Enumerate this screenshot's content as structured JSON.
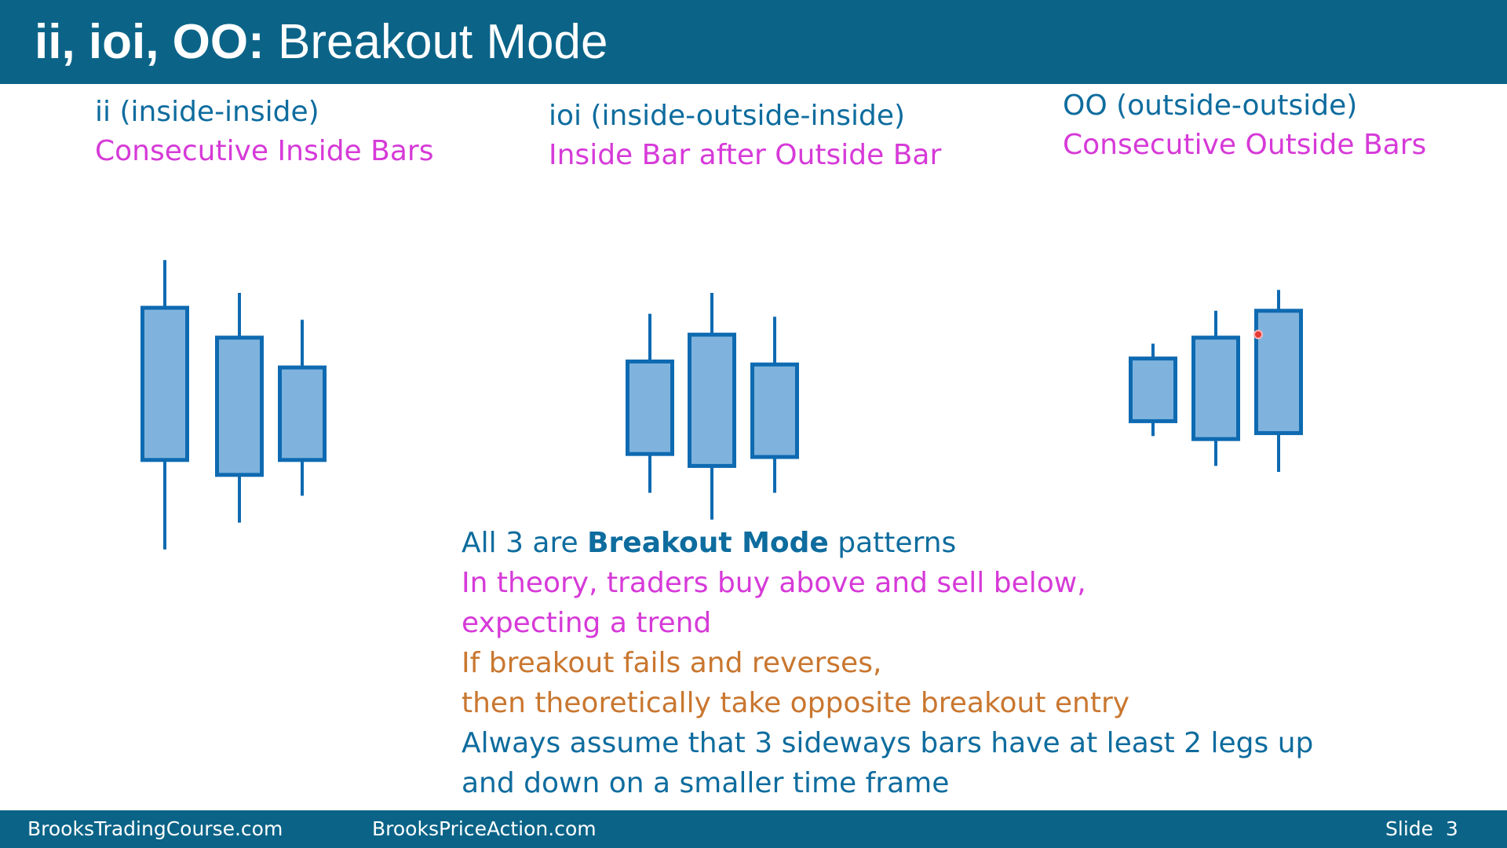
{
  "slide": {
    "title_bold": "ii, ioi, OO:",
    "title_rest": " Breakout Mode"
  },
  "patterns": [
    {
      "name": "ii (inside-inside)",
      "description": "Consecutive Inside Bars",
      "bars": [
        {
          "high": 7.6,
          "top": 6.0,
          "bottom": 0.9,
          "low": -2.1
        },
        {
          "high": 6.5,
          "top": 5.0,
          "bottom": 0.4,
          "low": -1.2
        },
        {
          "high": 5.6,
          "top": 4.0,
          "bottom": 0.9,
          "low": -0.3
        }
      ]
    },
    {
      "name": "ioi (inside-outside-inside)",
      "description": "Inside Bar after Outside Bar",
      "bars": [
        {
          "high": 5.8,
          "top": 4.2,
          "bottom": 1.1,
          "low": -0.2
        },
        {
          "high": 6.5,
          "top": 5.1,
          "bottom": 0.7,
          "low": -1.1
        },
        {
          "high": 5.7,
          "top": 4.1,
          "bottom": 1.0,
          "low": -0.2
        }
      ]
    },
    {
      "name": "OO (outside-outside)",
      "description": "Consecutive Outside Bars",
      "bars": [
        {
          "high": 4.8,
          "top": 4.3,
          "bottom": 2.2,
          "low": 1.7
        },
        {
          "high": 5.9,
          "top": 5.0,
          "bottom": 1.6,
          "low": 0.7
        },
        {
          "high": 6.6,
          "top": 5.9,
          "bottom": 1.8,
          "low": 0.5
        }
      ]
    }
  ],
  "notes": {
    "line1_pre": "All 3 are ",
    "line1_bold": "Breakout Mode",
    "line1_post": " patterns",
    "line2": "In theory, traders buy above and sell below,",
    "line3": "expecting a trend",
    "line4": "If breakout fails and reverses,",
    "line5": "then theoretically take opposite breakout entry",
    "line6": "Always assume that 3 sideways bars have at least 2 legs up",
    "line7": "and down on a smaller time frame"
  },
  "footer": {
    "site1": "BrooksTradingCourse.com",
    "site2": "BrooksPriceAction.com",
    "slide_label": "Slide",
    "slide_number": "3"
  },
  "colors": {
    "header_bg": "#0b6488",
    "candle_fill": "#7fb3dd",
    "candle_stroke": "#0e6ab1",
    "text_blue": "#0e6c9e",
    "text_magenta": "#d63ad8",
    "text_orange": "#c97730"
  }
}
